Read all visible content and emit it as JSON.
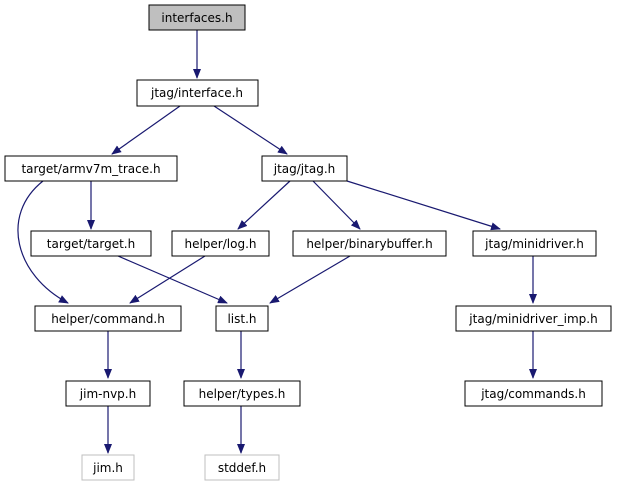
{
  "colors": {
    "edge": "#191970",
    "node_border": "#000000",
    "external_border": "#bfbfbf",
    "root_fill": "#bfbfbf",
    "fill": "#ffffff"
  },
  "nodes": {
    "interfaces_h": "interfaces.h",
    "jtag_interface_h": "jtag/interface.h",
    "target_armv7m_trace_h": "target/armv7m_trace.h",
    "jtag_jtag_h": "jtag/jtag.h",
    "target_target_h": "target/target.h",
    "helper_log_h": "helper/log.h",
    "helper_binarybuffer_h": "helper/binarybuffer.h",
    "jtag_minidriver_h": "jtag/minidriver.h",
    "helper_command_h": "helper/command.h",
    "list_h": "list.h",
    "jtag_minidriver_imp_h": "jtag/minidriver_imp.h",
    "jim_nvp_h": "jim-nvp.h",
    "helper_types_h": "helper/types.h",
    "jtag_commands_h": "jtag/commands.h",
    "jim_h": "jim.h",
    "stddef_h": "stddef.h"
  }
}
